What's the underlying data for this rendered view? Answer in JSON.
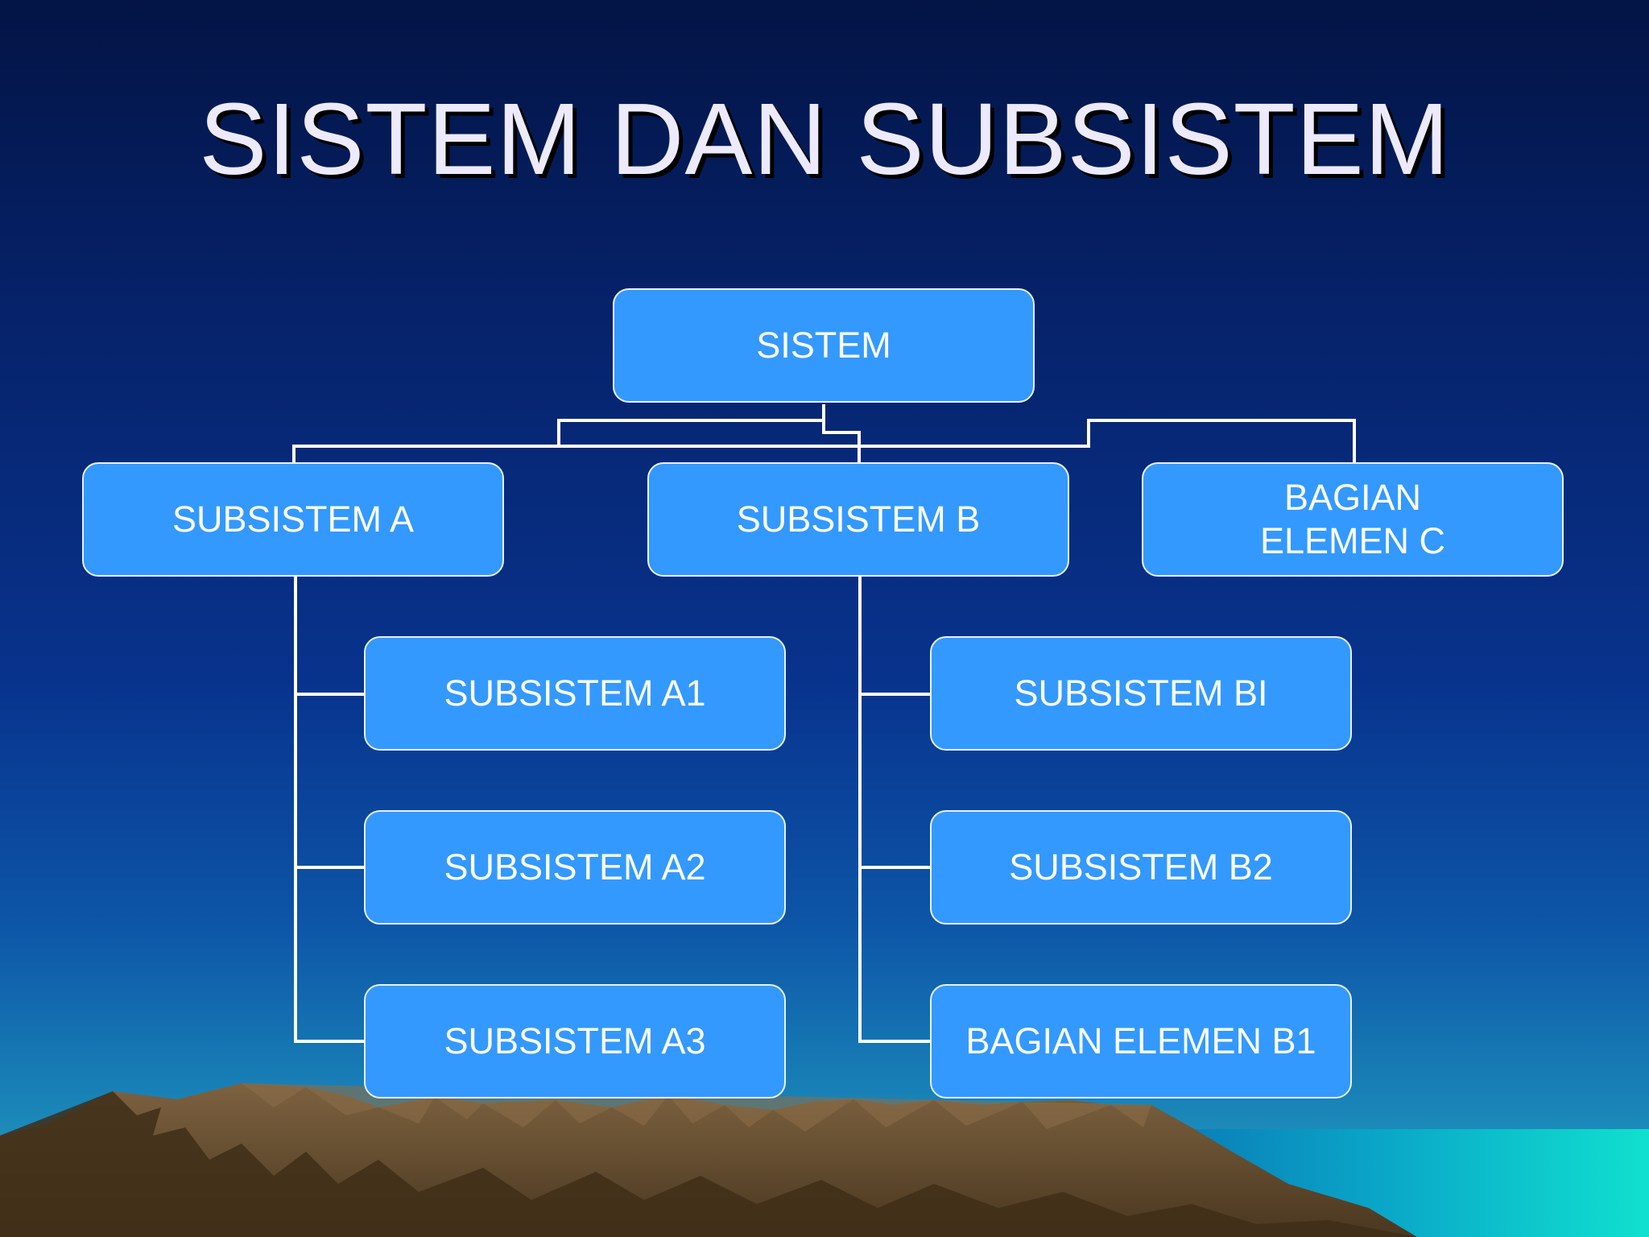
{
  "title": "SISTEM DAN SUBSISTEM",
  "nodes": {
    "sistem": "SISTEM",
    "subsistem_a": "SUBSISTEM A",
    "subsistem_b": "SUBSISTEM B",
    "bagian_elemen_c": "BAGIAN\nELEMEN C",
    "subsistem_a1": "SUBSISTEM A1",
    "subsistem_a2": "SUBSISTEM A2",
    "subsistem_a3": "SUBSISTEM A3",
    "subsistem_bi": "SUBSISTEM BI",
    "subsistem_b2": "SUBSISTEM B2",
    "bagian_elemen_b1": "BAGIAN ELEMEN B1"
  },
  "colors": {
    "node_fill": "#3399ff",
    "node_border": "#e8f2ff",
    "connector": "#ffffff",
    "title_text": "#eceafc",
    "mountain": "#6b5030",
    "sea": "#11d9d0"
  }
}
